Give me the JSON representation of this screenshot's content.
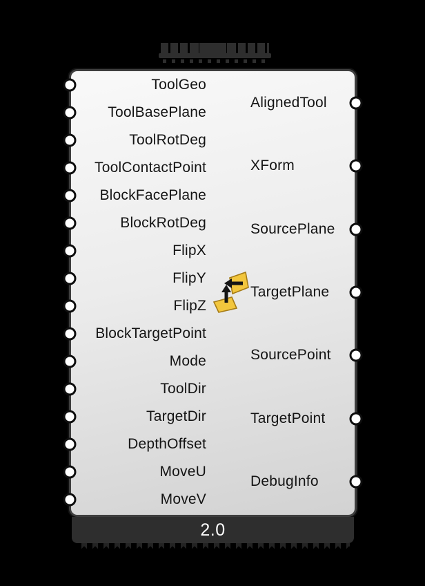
{
  "component": {
    "title_obscured": true,
    "version_label": "2.0",
    "inputs": [
      "ToolGeo",
      "ToolBasePlane",
      "ToolRotDeg",
      "ToolContactPoint",
      "BlockFacePlane",
      "BlockRotDeg",
      "FlipX",
      "FlipY",
      "FlipZ",
      "BlockTargetPoint",
      "Mode",
      "ToolDir",
      "TargetDir",
      "DepthOffset",
      "MoveU",
      "MoveV"
    ],
    "outputs": [
      "AlignedTool",
      "XForm",
      "SourcePlane",
      "TargetPlane",
      "SourcePoint",
      "TargetPoint",
      "DebugInfo"
    ],
    "icon": "orient-planes-icon",
    "colors": {
      "canvas": "#000000",
      "body_top": "#f9f9f9",
      "body_bottom": "#d2d2d2",
      "body_border": "#3e3e3e",
      "label_text": "#141414",
      "version_bar": "#2e2e2e",
      "version_text": "#ffffff",
      "grip_fill": "#ffffff",
      "grip_ring": "#0e0e0e",
      "icon_yellow": "#f2c63d",
      "icon_yellow_edge": "#a57b16",
      "icon_arrow": "#151515",
      "obscured_title": "#2e2e2e"
    }
  }
}
